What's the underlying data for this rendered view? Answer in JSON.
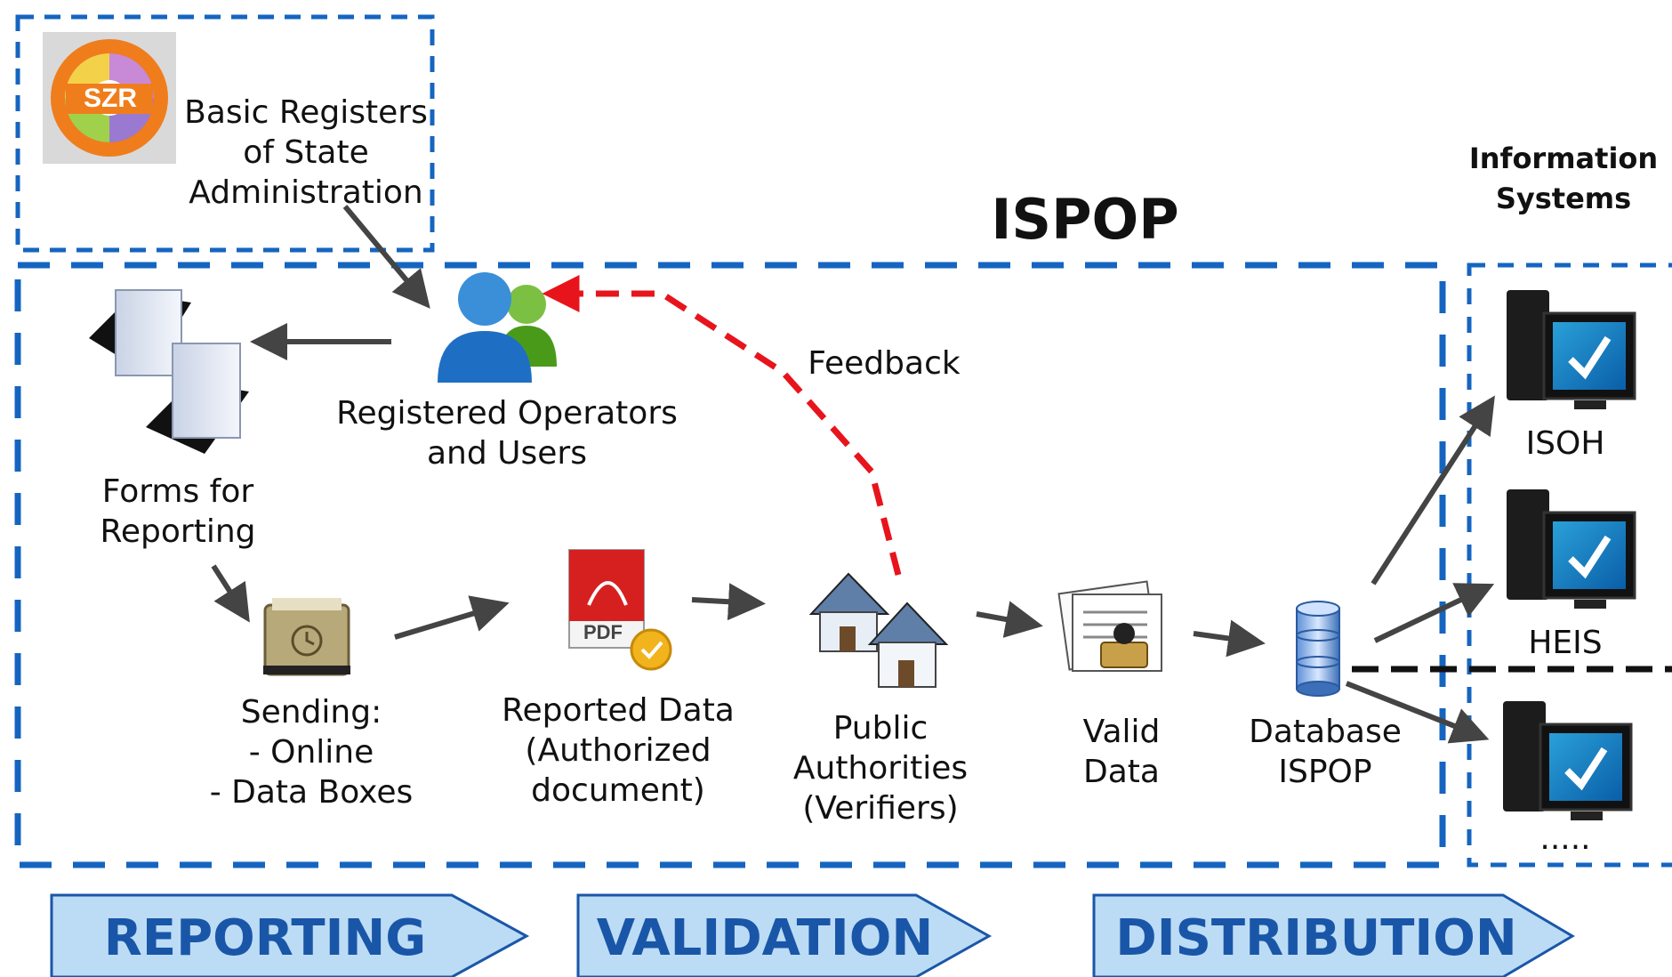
{
  "szr": {
    "logo_text": "SZR",
    "label": "Basic Registers\nof State\nAdministration"
  },
  "ispop_title": "ISPOP",
  "info_systems_title": "Information\nSystems",
  "feedback_label": "Feedback",
  "nodes": {
    "operators": "Registered Operators\nand Users",
    "forms": "Forms for\nReporting",
    "sending": "Sending:\n- Online\n- Data Boxes",
    "reported": "Reported Data\n(Authorized\ndocument)",
    "pdf_text": "PDF",
    "authorities": "Public\nAuthorities\n(Verifiers)",
    "valid": "Valid\nData",
    "database": "Database\nISPOP"
  },
  "systems": [
    "ISOH",
    "HEIS",
    "....."
  ],
  "phases": [
    "REPORTING",
    "VALIDATION",
    "DISTRIBUTION"
  ],
  "colors": {
    "dash_blue": "#1565c0",
    "feedback_red": "#e8141c",
    "arrow_grey": "#444444",
    "phase_fill": "#bcdcf5",
    "phase_text": "#1a56a8"
  }
}
